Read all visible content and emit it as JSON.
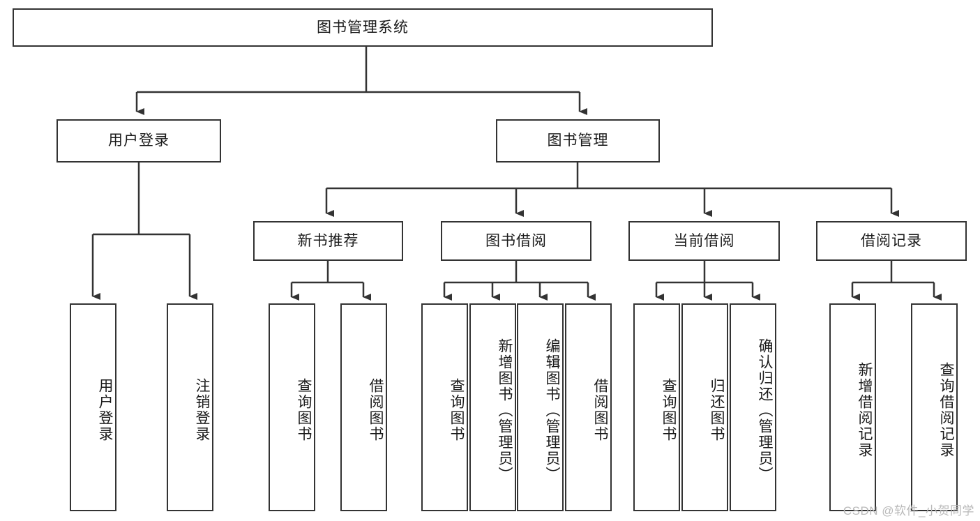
{
  "diagram": {
    "title": "图书管理系统",
    "type": "tree-hierarchy",
    "watermark": "CSDN @软件_小贺同学",
    "colors": {
      "box_border": "#333333",
      "box_fill": "#ffffff",
      "edge": "#333333",
      "text": "#1a1a1a",
      "watermark": "#b9b9b9"
    },
    "levels": {
      "root": "图书管理系统",
      "level2": [
        "用户登录",
        "图书管理"
      ],
      "level3": [
        "新书推荐",
        "图书借阅",
        "当前借阅",
        "借阅记录"
      ]
    },
    "nodes": {
      "root": {
        "label": "图书管理系统"
      },
      "user_login": {
        "label": "用户登录"
      },
      "book_manage": {
        "label": "图书管理"
      },
      "new_book_rec": {
        "label": "新书推荐"
      },
      "book_borrow": {
        "label": "图书借阅"
      },
      "current_borrow": {
        "label": "当前借阅"
      },
      "borrow_record": {
        "label": "借阅记录"
      },
      "leaf_user_login": {
        "label": "用户登录"
      },
      "leaf_logout": {
        "label": "注销登录"
      },
      "leaf_query_book_1": {
        "label": "查询图书"
      },
      "leaf_borrow_book_1": {
        "label": "借阅图书"
      },
      "leaf_query_book_2": {
        "label": "查询图书"
      },
      "leaf_add_book": {
        "label": "新增图书（管理员）"
      },
      "leaf_edit_book": {
        "label": "编辑图书（管理员）"
      },
      "leaf_borrow_book_2": {
        "label": "借阅图书"
      },
      "leaf_query_book_3": {
        "label": "查询图书"
      },
      "leaf_return_book": {
        "label": "归还图书"
      },
      "leaf_confirm_return": {
        "label": "确认归还（管理员）"
      },
      "leaf_add_record": {
        "label": "新增借阅记录"
      },
      "leaf_query_record": {
        "label": "查询借阅记录"
      }
    },
    "edges": [
      {
        "from": "root",
        "to": "user_login"
      },
      {
        "from": "root",
        "to": "book_manage"
      },
      {
        "from": "user_login",
        "to": "leaf_user_login"
      },
      {
        "from": "user_login",
        "to": "leaf_logout"
      },
      {
        "from": "book_manage",
        "to": "new_book_rec"
      },
      {
        "from": "book_manage",
        "to": "book_borrow"
      },
      {
        "from": "book_manage",
        "to": "current_borrow"
      },
      {
        "from": "book_manage",
        "to": "borrow_record"
      },
      {
        "from": "new_book_rec",
        "to": "leaf_query_book_1"
      },
      {
        "from": "new_book_rec",
        "to": "leaf_borrow_book_1"
      },
      {
        "from": "book_borrow",
        "to": "leaf_query_book_2"
      },
      {
        "from": "book_borrow",
        "to": "leaf_add_book"
      },
      {
        "from": "book_borrow",
        "to": "leaf_edit_book"
      },
      {
        "from": "book_borrow",
        "to": "leaf_borrow_book_2"
      },
      {
        "from": "current_borrow",
        "to": "leaf_query_book_3"
      },
      {
        "from": "current_borrow",
        "to": "leaf_return_book"
      },
      {
        "from": "current_borrow",
        "to": "leaf_confirm_return"
      },
      {
        "from": "borrow_record",
        "to": "leaf_add_record"
      },
      {
        "from": "borrow_record",
        "to": "leaf_query_record"
      }
    ]
  }
}
